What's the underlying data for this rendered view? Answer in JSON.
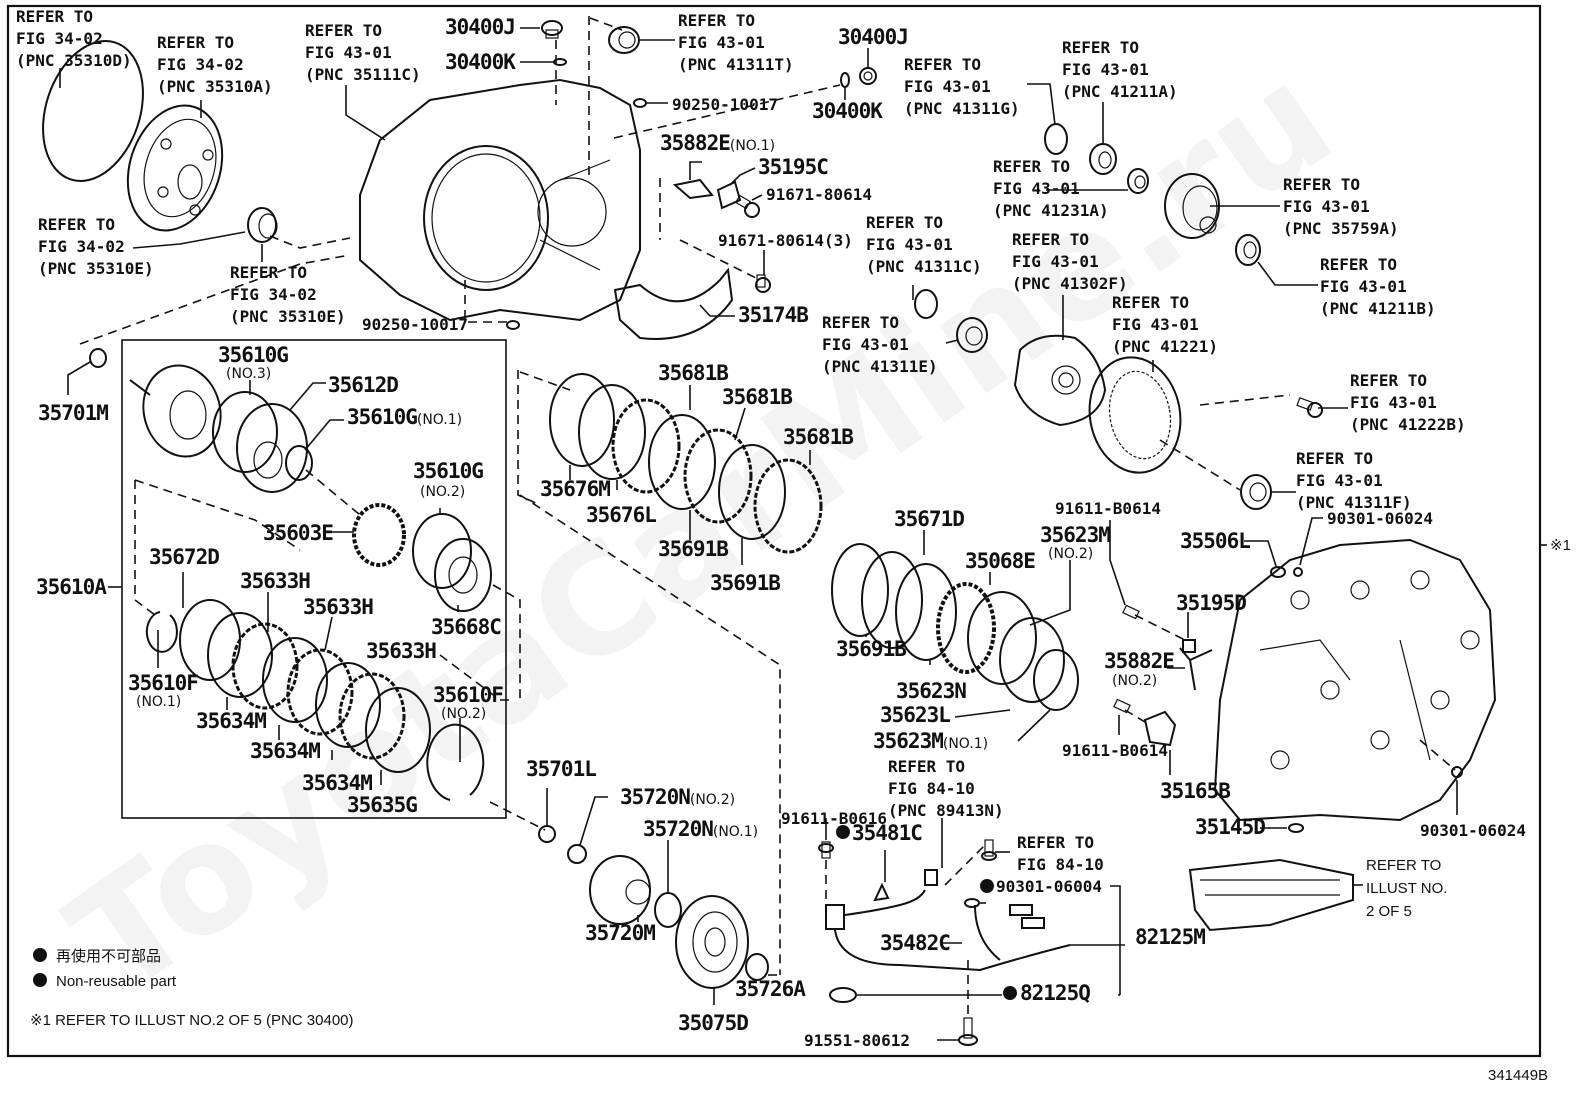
{
  "diagram": {
    "title": "Automatic transaxle exploded parts diagram",
    "illustration_id": "341449B",
    "watermark": "ToyotaCarMine.ru",
    "side_marker": "※1"
  },
  "legend": {
    "dot_jp": "再使用不可部品",
    "dot_en": "Non-reusable part",
    "note": "※1 REFER TO ILLUST NO.2 OF 5 (PNC 30400)"
  },
  "refs": {
    "r35310D": [
      "REFER TO",
      "FIG 34-02",
      "(PNC 35310D)"
    ],
    "r35310A": [
      "REFER TO",
      "FIG 34-02",
      "(PNC 35310A)"
    ],
    "r35111C": [
      "REFER TO",
      "FIG 43-01",
      "(PNC 35111C)"
    ],
    "r35310E_a": [
      "REFER TO",
      "FIG 34-02",
      "(PNC 35310E)"
    ],
    "r35310E_b": [
      "REFER TO",
      "FIG 34-02",
      "(PNC 35310E)"
    ],
    "r41311T": [
      "REFER TO",
      "FIG 43-01",
      "(PNC 41311T)"
    ],
    "r41311G": [
      "REFER TO",
      "FIG 43-01",
      "(PNC 41311G)"
    ],
    "r41211A": [
      "REFER TO",
      "FIG 43-01",
      "(PNC 41211A)"
    ],
    "r41231A": [
      "REFER TO",
      "FIG 43-01",
      "(PNC 41231A)"
    ],
    "r35759A": [
      "REFER TO",
      "FIG 43-01",
      "(PNC 35759A)"
    ],
    "r41211B": [
      "REFER TO",
      "FIG 43-01",
      "(PNC 41211B)"
    ],
    "r41311C": [
      "REFER TO",
      "FIG 43-01",
      "(PNC 41311C)"
    ],
    "r41302F": [
      "REFER TO",
      "FIG 43-01",
      "(PNC 41302F)"
    ],
    "r41311E": [
      "REFER TO",
      "FIG 43-01",
      "(PNC 41311E)"
    ],
    "r41221": [
      "REFER TO",
      "FIG 43-01",
      "(PNC 41221)"
    ],
    "r41222B": [
      "REFER TO",
      "FIG 43-01",
      "(PNC 41222B)"
    ],
    "r41311F": [
      "REFER TO",
      "FIG 43-01",
      "(PNC 41311F)"
    ],
    "r89413N": [
      "REFER TO",
      "FIG 84-10",
      "(PNC 89413N)"
    ],
    "r84_10": [
      "REFER TO",
      "FIG 84-10"
    ],
    "r_illust2": [
      "REFER TO",
      "ILLUST NO.",
      "2 OF 5"
    ]
  },
  "parts": {
    "p30400J_a": "30400J",
    "p30400K_a": "30400K",
    "p30400J_b": "30400J",
    "p30400K_b": "30400K",
    "p90250_a": "90250-10017",
    "p90250_b": "90250-10017",
    "p35882E_1": "35882E",
    "p35882E_1_sub": "(NO.1)",
    "p35195C": "35195C",
    "p91671_a": "91671-80614",
    "p91671_b": "91671-80614(3)",
    "p35174B": "35174B",
    "p35701M": "35701M",
    "p35610G_3": "35610G",
    "p35610G_3_sub": "(NO.3)",
    "p35612D": "35612D",
    "p35610G_1": "35610G",
    "p35610G_1_sub": "(NO.1)",
    "p35610G_2": "35610G",
    "p35610G_2_sub": "(NO.2)",
    "p35603E": "35603E",
    "p35668C": "35668C",
    "p35610A": "35610A",
    "p35672D": "35672D",
    "p35633H_a": "35633H",
    "p35633H_b": "35633H",
    "p35633H_c": "35633H",
    "p35610F_1": "35610F",
    "p35610F_1_sub": "(NO.1)",
    "p35634M_a": "35634M",
    "p35634M_b": "35634M",
    "p35634M_c": "35634M",
    "p35635G": "35635G",
    "p35610F_2": "35610F",
    "p35610F_2_sub": "(NO.2)",
    "p35681B_a": "35681B",
    "p35681B_b": "35681B",
    "p35681B_c": "35681B",
    "p35676M": "35676M",
    "p35676L": "35676L",
    "p35691B_a": "35691B",
    "p35691B_b": "35691B",
    "p35691B_c": "35691B",
    "p35671D": "35671D",
    "p35068E": "35068E",
    "p35623M_2": "35623M",
    "p35623M_2_sub": "(NO.2)",
    "p35623N": "35623N",
    "p35623L": "35623L",
    "p35623M_1": "35623M",
    "p35623M_1_sub": "(NO.1)",
    "p35701L": "35701L",
    "p35720N_2": "35720N",
    "p35720N_2_sub": "(NO.2)",
    "p35720N_1": "35720N",
    "p35720N_1_sub": "(NO.1)",
    "p35720M": "35720M",
    "p35075D": "35075D",
    "p35726A": "35726A",
    "p91611_B0614_a": "91611-B0614",
    "p91611_B0614_b": "91611-B0614",
    "p90301_06024_a": "90301-06024",
    "p90301_06024_b": "90301-06024",
    "p35506L": "35506L",
    "p35195D": "35195D",
    "p35882E_2": "35882E",
    "p35882E_2_sub": "(NO.2)",
    "p35165B": "35165B",
    "p35145D": "35145D",
    "p91611_B0616": "91611-B0616",
    "p35481C": "35481C",
    "p90301_06004": "90301-06004",
    "p35482C": "35482C",
    "p82125M": "82125M",
    "p82125Q": "82125Q",
    "p91551": "91551-80612"
  }
}
